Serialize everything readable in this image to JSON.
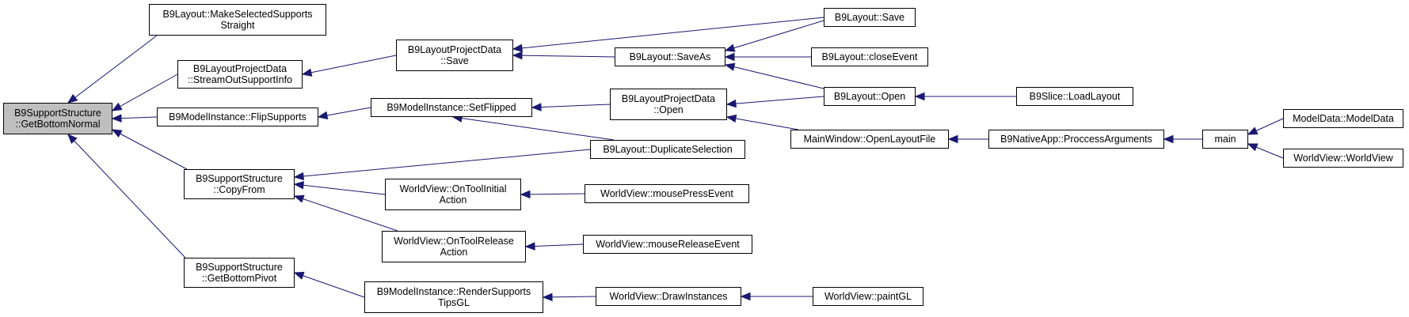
{
  "diagram": {
    "colors": {
      "edge": "#191970",
      "node_border": "#000000",
      "root_fill": "#bfbfbf",
      "node_fill": "#ffffff"
    },
    "nodes": {
      "root": [
        "B9SupportStructure",
        "::GetBottomNormal"
      ],
      "makeStraight": [
        "B9Layout::MakeSelectedSupports",
        "Straight"
      ],
      "streamOut": [
        "B9LayoutProjectData",
        "::StreamOutSupportInfo"
      ],
      "flipSupports": [
        "B9ModelInstance::FlipSupports"
      ],
      "copyFrom": [
        "B9SupportStructure",
        "::CopyFrom"
      ],
      "getPivot": [
        "B9SupportStructure",
        "::GetBottomPivot"
      ],
      "pdSave": [
        "B9LayoutProjectData",
        "::Save"
      ],
      "setFlipped": [
        "B9ModelInstance::SetFlipped"
      ],
      "toolInitial": [
        "WorldView::OnToolInitial",
        "Action"
      ],
      "toolRelease": [
        "WorldView::OnToolRelease",
        "Action"
      ],
      "renderTips": [
        "B9ModelInstance::RenderSupports",
        "TipsGL"
      ],
      "saveAs": [
        "B9Layout::SaveAs"
      ],
      "pdOpen": [
        "B9LayoutProjectData",
        "::Open"
      ],
      "dupSel": [
        "B9Layout::DuplicateSelection"
      ],
      "mousePress": [
        "WorldView::mousePressEvent"
      ],
      "mouseRelease": [
        "WorldView::mouseReleaseEvent"
      ],
      "drawInst": [
        "WorldView::DrawInstances"
      ],
      "layoutSave": [
        "B9Layout::Save"
      ],
      "closeEvt": [
        "B9Layout::closeEvent"
      ],
      "layoutOpen": [
        "B9Layout::Open"
      ],
      "openLayoutFile": [
        "MainWindow::OpenLayoutFile"
      ],
      "paintGL": [
        "WorldView::paintGL"
      ],
      "loadLayout": [
        "B9Slice::LoadLayout"
      ],
      "procArgs": [
        "B9NativeApp::ProccessArguments"
      ],
      "main": [
        "main"
      ],
      "modelData": [
        "ModelData::ModelData"
      ],
      "worldView": [
        "WorldView::WorldView"
      ]
    },
    "edges": [
      [
        "makeStraight",
        "root"
      ],
      [
        "streamOut",
        "root"
      ],
      [
        "flipSupports",
        "root"
      ],
      [
        "copyFrom",
        "root"
      ],
      [
        "getPivot",
        "root"
      ],
      [
        "pdSave",
        "streamOut"
      ],
      [
        "setFlipped",
        "flipSupports"
      ],
      [
        "dupSel",
        "copyFrom"
      ],
      [
        "toolInitial",
        "copyFrom"
      ],
      [
        "toolRelease",
        "copyFrom"
      ],
      [
        "renderTips",
        "getPivot"
      ],
      [
        "layoutSave",
        "pdSave"
      ],
      [
        "saveAs",
        "pdSave"
      ],
      [
        "pdOpen",
        "setFlipped"
      ],
      [
        "dupSel",
        "setFlipped"
      ],
      [
        "mousePress",
        "toolInitial"
      ],
      [
        "mouseRelease",
        "toolRelease"
      ],
      [
        "drawInst",
        "renderTips"
      ],
      [
        "layoutSave",
        "saveAs"
      ],
      [
        "closeEvt",
        "saveAs"
      ],
      [
        "layoutOpen",
        "saveAs"
      ],
      [
        "layoutOpen",
        "pdOpen"
      ],
      [
        "openLayoutFile",
        "pdOpen"
      ],
      [
        "paintGL",
        "drawInst"
      ],
      [
        "loadLayout",
        "layoutOpen"
      ],
      [
        "procArgs",
        "openLayoutFile"
      ],
      [
        "main",
        "procArgs"
      ],
      [
        "modelData",
        "main"
      ],
      [
        "worldView",
        "main"
      ]
    ]
  }
}
